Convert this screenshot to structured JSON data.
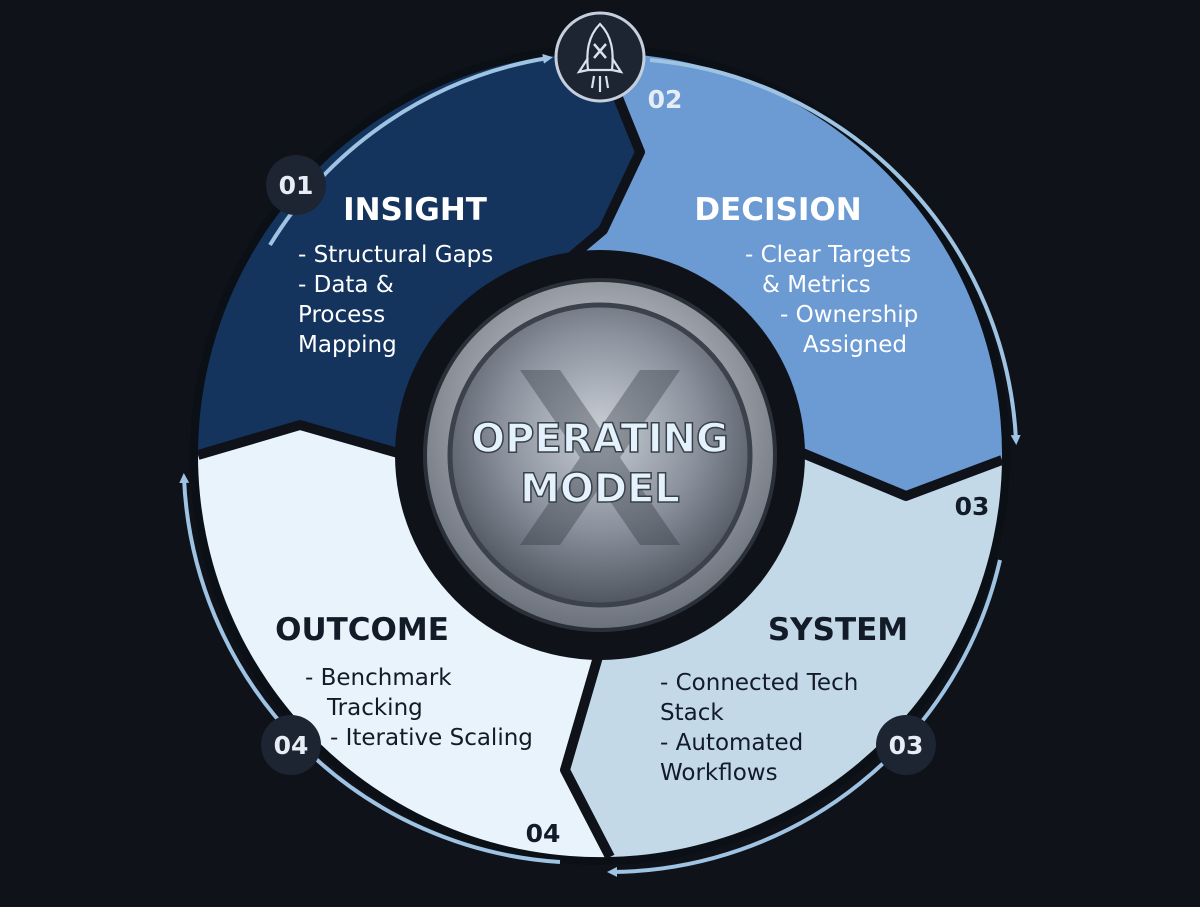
{
  "center": {
    "line1": "OPERATING",
    "line2": "MODEL"
  },
  "stages": [
    {
      "number": "01",
      "title": "INSIGHT",
      "bullets": [
        "- Structural Gaps",
        "- Data &",
        "Process",
        "Mapping"
      ],
      "fill": "#14345d",
      "text_color": "#ffffff"
    },
    {
      "number": "02",
      "title": "DECISION",
      "bullets": [
        "- Clear Targets",
        "& Metrics",
        "- Ownership",
        "Assigned"
      ],
      "fill": "#6c9ad2",
      "text_color": "#ffffff"
    },
    {
      "number": "03",
      "title": "SYSTEM",
      "bullets": [
        "- Connected Tech",
        "Stack",
        "- Automated",
        "Workflows"
      ],
      "fill": "#c3d9e8",
      "text_color": "#131a28"
    },
    {
      "number": "04",
      "title": "OUTCOME",
      "bullets": [
        "- Benchmark",
        "Tracking",
        "- Iterative Scaling"
      ],
      "fill": "#e8f3fb",
      "text_color": "#131a28"
    }
  ],
  "extra_numbers": {
    "decision_bottom": "03",
    "system_bottom": "04"
  },
  "badge_numbers": {
    "left": "01",
    "top": "02",
    "right": "03",
    "bottom_left": "04"
  },
  "icons": {
    "top_badge": "rocket-icon",
    "center_emblem": "x-emblem-icon"
  },
  "colors": {
    "background": "#0f1219",
    "ring_outline": "#9ec3e3",
    "badge_fill": "#1d2432"
  }
}
